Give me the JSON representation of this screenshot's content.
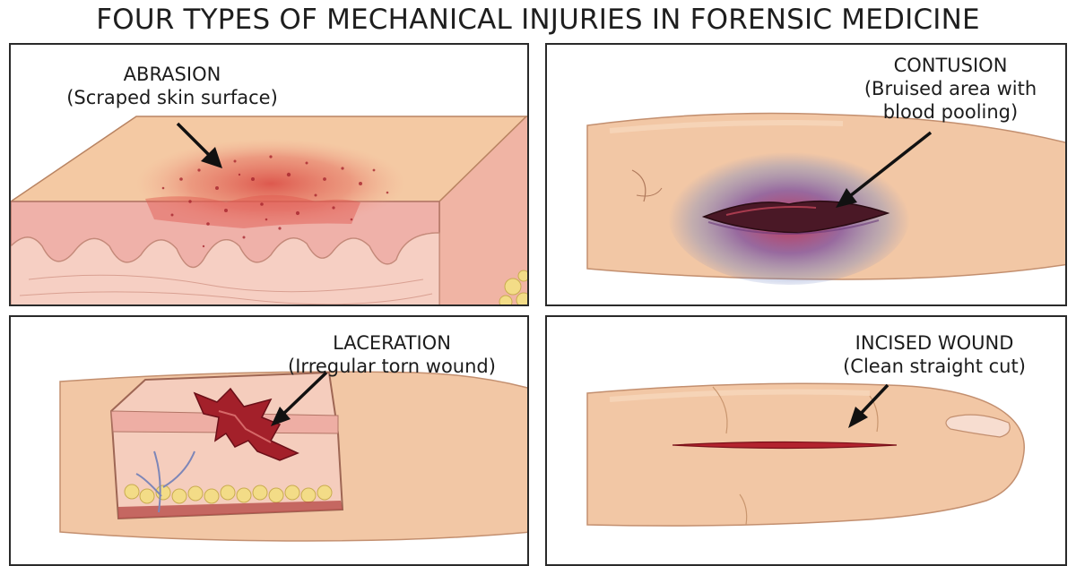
{
  "title": "FOUR TYPES OF MECHANICAL INJURIES IN FORENSIC MEDICINE",
  "panels": {
    "abrasion": {
      "heading": "ABRASION",
      "caption": "(Scraped skin surface)"
    },
    "contusion": {
      "heading": "CONTUSION",
      "caption_line1": "(Bruised area with",
      "caption_line2": "blood pooling)"
    },
    "laceration": {
      "heading": "LACERATION",
      "caption": "(Irregular torn wound)"
    },
    "incised": {
      "heading": "INCISED WOUND",
      "caption": "(Clean straight cut)"
    }
  },
  "colors": {
    "skin": "#f2c7a5",
    "dermis": "#f1bcb0",
    "wound": "#a3202a",
    "bruise": "#6a4a9a",
    "fat": "#f3dc87"
  }
}
